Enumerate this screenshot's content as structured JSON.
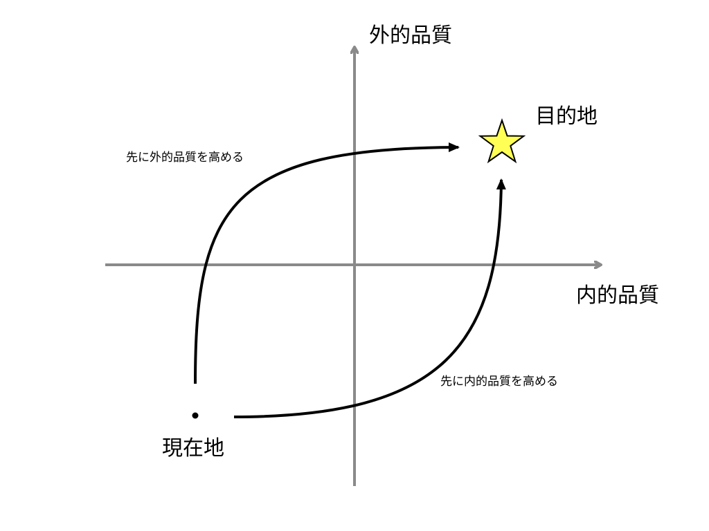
{
  "labels": {
    "y_axis": "外的品質",
    "x_axis": "内的品質",
    "destination": "目的地",
    "current_location": "現在地",
    "path_external_first": "先に外的品質を高める",
    "path_internal_first": "先に内的品質を高める"
  },
  "colors": {
    "axis": "#8a8a8a",
    "path": "#000000",
    "star_fill": "#ffff55",
    "star_stroke": "#000000"
  }
}
